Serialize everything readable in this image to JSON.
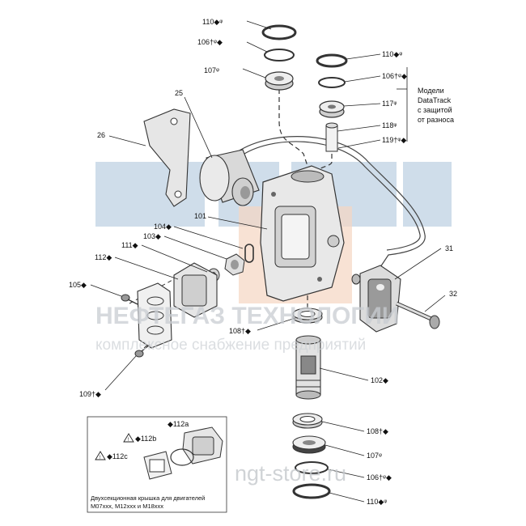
{
  "watermark": {
    "line1": "НЕФТЕГАЗ ТЕХНОЛОГИИ",
    "line2": "комплексное снабжение предприятий",
    "url": "ngt-store.ru"
  },
  "note": {
    "line1": "Модели",
    "line2": "DataTrack",
    "line3": "с защитой",
    "line4": "от разноса"
  },
  "labels": {
    "l110_top": "110◆ᵠ",
    "l106_top": "106†ᵠ◆",
    "l107_top": "107ᵠ",
    "l110_right": "110◆ᵠ",
    "l106_right": "106†ᵠ◆",
    "l117": "117ᵠ",
    "l118": "118ᵠ",
    "l119": "119†ᵠ◆",
    "l25": "25",
    "l26": "26",
    "l101": "101",
    "l104": "104◆",
    "l103": "103◆",
    "l111": "111◆",
    "l112": "112◆",
    "l105": "105◆",
    "l31": "31",
    "l32": "32",
    "l108_mid": "108†◆",
    "l102": "102◆",
    "l109": "109†◆",
    "l108_low": "108†◆",
    "l107_low": "107ᵠ",
    "l106_low": "106†ᵠ◆",
    "l110_low": "110◆ᵠ"
  },
  "inset": {
    "l112a": "◆112a",
    "l112b": "◆112b",
    "l112c": "◆112c",
    "caption1": "Двухсекционная крышка для двигателей",
    "caption2": "M07xxx, M12xxx и M18xxx"
  },
  "colors": {
    "watermark_blue": "#b9cde0",
    "watermark_orange": "#f3d2bc",
    "part_fill": "#e3e3e3",
    "part_dark": "#8a8a8a"
  }
}
